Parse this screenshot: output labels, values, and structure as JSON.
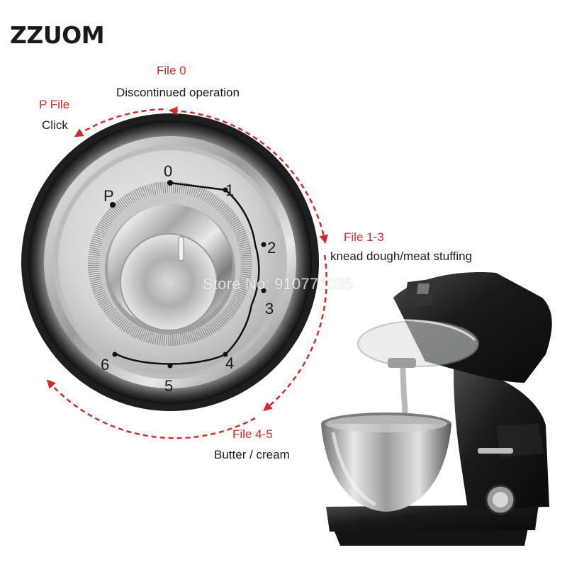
{
  "brand": {
    "name": "ZZUOM"
  },
  "watermark": {
    "text": "Store No: 910771035"
  },
  "dial": {
    "labels": [
      "P",
      "0",
      "1",
      "2",
      "3",
      "4",
      "5",
      "6"
    ]
  },
  "annotations": {
    "file0": {
      "title": "File 0",
      "desc": "Discontinued operation"
    },
    "pfile": {
      "title": "P File",
      "desc": "Click"
    },
    "file13": {
      "title": "File 1-3",
      "desc": "knead dough/meat stuffing"
    },
    "file45": {
      "title": "File 4-5",
      "desc": "Butter / cream"
    }
  },
  "colors": {
    "accent": "#d42a2a",
    "text": "#1c1c1c",
    "brand": "#1a1a1a"
  }
}
